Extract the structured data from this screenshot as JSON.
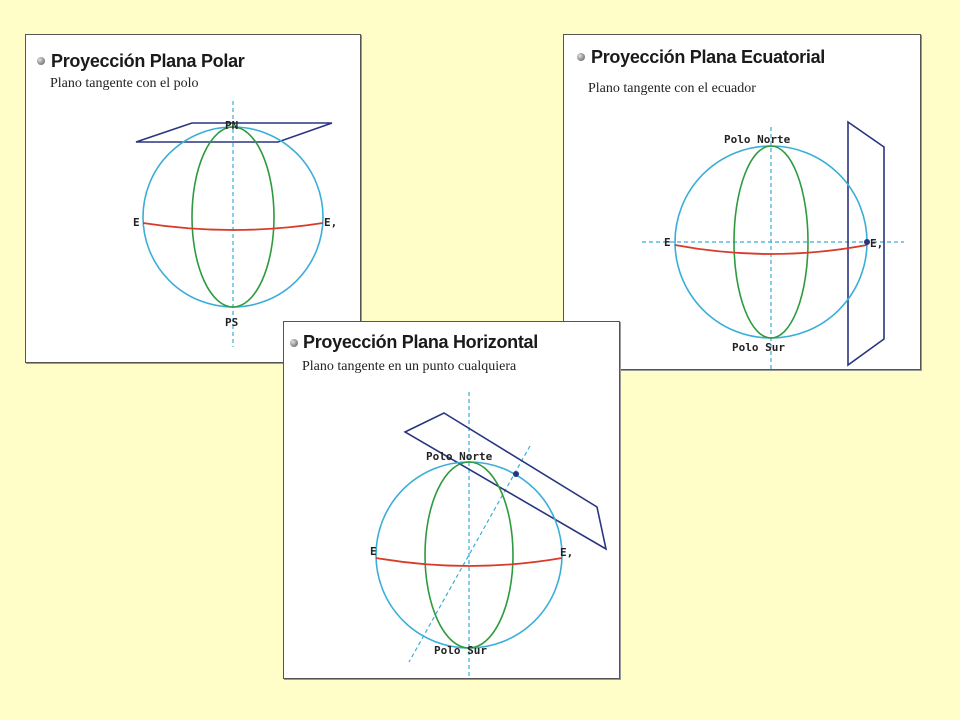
{
  "colors": {
    "page_background": "#fffdc8",
    "circle": "#3aaed8",
    "meridian": "#2e9a3e",
    "equator": "#d93a2a",
    "plane": "#2a3580",
    "axis": "#3aaed8"
  },
  "panels": {
    "polar": {
      "title": "Proyección Plana Polar",
      "subtitle": "Plano tangente con el polo",
      "labels": {
        "north": "PN",
        "south": "PS",
        "east_left": "E",
        "east_right": "E,"
      }
    },
    "ecuatorial": {
      "title": "Proyección Plana Ecuatorial",
      "subtitle": "Plano tangente con el ecuador",
      "labels": {
        "north": "Polo Norte",
        "south": "Polo Sur",
        "east_left": "E",
        "east_right": "E,"
      }
    },
    "horizontal": {
      "title": "Proyección Plana Horizontal",
      "subtitle": "Plano tangente en un punto cualquiera",
      "labels": {
        "north": "Polo Norte",
        "south": "Polo Sur",
        "east_left": "E",
        "east_right": "E,"
      }
    }
  }
}
